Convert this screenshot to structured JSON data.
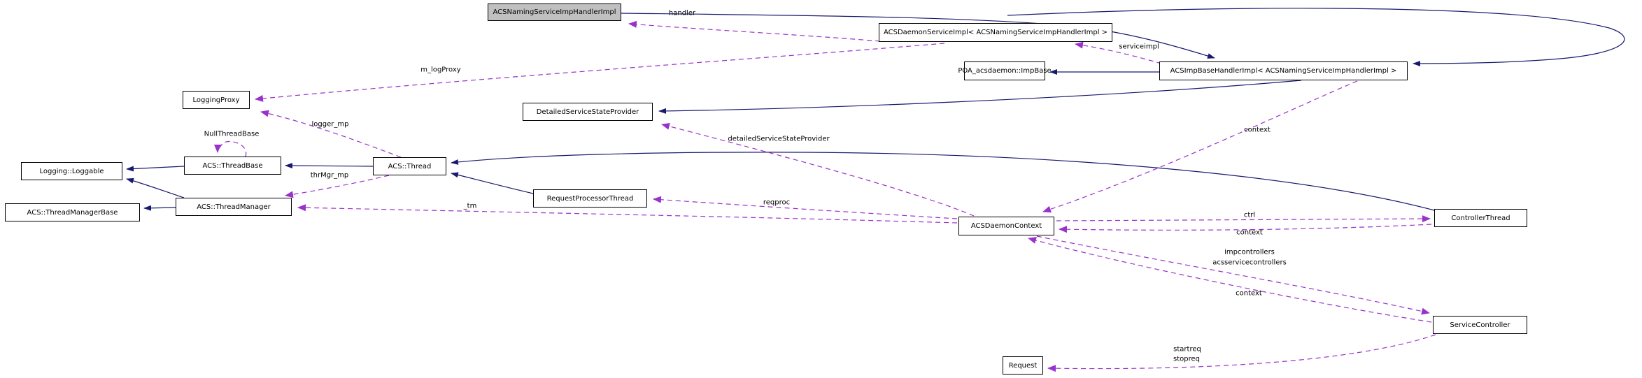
{
  "diagram": {
    "type": "uml-collaboration-graph",
    "main_class": "ACSNamingServiceImpHandlerImpl",
    "colors": {
      "background": "#ffffff",
      "node_border": "#000000",
      "node_fill": "#ffffff",
      "main_node_fill": "#c0c0c0",
      "inheritance_edge": "#191970",
      "usage_edge": "#9932cc"
    },
    "nodes": [
      {
        "id": "acs-naming-service-imp-handler-impl",
        "label": "ACSNamingServiceImpHandlerImpl"
      },
      {
        "id": "acs-daemon-service-impl",
        "label": "ACSDaemonServiceImpl< ACSNamingServiceImpHandlerImpl >"
      },
      {
        "id": "poa-acsdaemon-impbase",
        "label": "POA_acsdaemon::ImpBase"
      },
      {
        "id": "acs-imp-base-handler-impl",
        "label": "ACSImpBaseHandlerImpl< ACSNamingServiceImpHandlerImpl >"
      },
      {
        "id": "detailed-service-state-provider",
        "label": "DetailedServiceStateProvider"
      },
      {
        "id": "logging-proxy",
        "label": "LoggingProxy"
      },
      {
        "id": "logging-loggable",
        "label": "Logging::Loggable"
      },
      {
        "id": "acs-thread-base",
        "label": "ACS::ThreadBase"
      },
      {
        "id": "acs-thread",
        "label": "ACS::Thread"
      },
      {
        "id": "acs-thread-manager-base",
        "label": "ACS::ThreadManagerBase"
      },
      {
        "id": "acs-thread-manager",
        "label": "ACS::ThreadManager"
      },
      {
        "id": "request-processor-thread",
        "label": "RequestProcessorThread"
      },
      {
        "id": "acs-daemon-context",
        "label": "ACSDaemonContext"
      },
      {
        "id": "controller-thread",
        "label": "ControllerThread"
      },
      {
        "id": "service-controller",
        "label": "ServiceController"
      },
      {
        "id": "request",
        "label": "Request"
      }
    ],
    "edge_labels": [
      {
        "text": "handler"
      },
      {
        "text": "serviceimpl"
      },
      {
        "text": "m_logProxy"
      },
      {
        "text": "logger_mp"
      },
      {
        "text": "NullThreadBase"
      },
      {
        "text": "thrMgr_mp"
      },
      {
        "text": "_tm"
      },
      {
        "text": "reqproc"
      },
      {
        "text": "detailedServiceStateProvider"
      },
      {
        "text": "context"
      },
      {
        "text": "ctrl"
      },
      {
        "text": "context"
      },
      {
        "text": "impcontrollers"
      },
      {
        "text": "acsservicecontrollers"
      },
      {
        "text": "context"
      },
      {
        "text": "startreq"
      },
      {
        "text": "stopreq"
      }
    ],
    "edges": [
      {
        "from": "ACSNamingServiceImpHandlerImpl",
        "to": "ACSImpBaseHandlerImpl< ACSNamingServiceImpHandlerImpl >",
        "type": "inheritance",
        "label": ""
      },
      {
        "from": "ACSImpBaseHandlerImpl< ACSNamingServiceImpHandlerImpl >",
        "to": "POA_acsdaemon::ImpBase",
        "type": "inheritance",
        "label": ""
      },
      {
        "from": "ACSImpBaseHandlerImpl< ACSNamingServiceImpHandlerImpl >",
        "to": "DetailedServiceStateProvider",
        "type": "inheritance",
        "label": ""
      },
      {
        "from": "ACS::Thread",
        "to": "ACS::ThreadBase",
        "type": "inheritance",
        "label": ""
      },
      {
        "from": "ACS::ThreadBase",
        "to": "Logging::Loggable",
        "type": "inheritance",
        "label": ""
      },
      {
        "from": "ACS::ThreadManager",
        "to": "Logging::Loggable",
        "type": "inheritance",
        "label": ""
      },
      {
        "from": "ACS::ThreadManager",
        "to": "ACS::ThreadManagerBase",
        "type": "inheritance",
        "label": ""
      },
      {
        "from": "RequestProcessorThread",
        "to": "ACS::Thread",
        "type": "inheritance",
        "label": ""
      },
      {
        "from": "ControllerThread",
        "to": "ACS::Thread",
        "type": "inheritance",
        "label": ""
      },
      {
        "from": "ACSDaemonServiceImpl< ACSNamingServiceImpHandlerImpl >",
        "to": "ACSNamingServiceImpHandlerImpl",
        "type": "usage",
        "label": "handler"
      },
      {
        "from": "ACSImpBaseHandlerImpl< ACSNamingServiceImpHandlerImpl >",
        "to": "ACSDaemonServiceImpl< ACSNamingServiceImpHandlerImpl >",
        "type": "usage",
        "label": "serviceimpl"
      },
      {
        "from": "ACSDaemonServiceImpl< ACSNamingServiceImpHandlerImpl >",
        "to": "LoggingProxy",
        "type": "usage",
        "label": "m_logProxy"
      },
      {
        "from": "ACS::Thread",
        "to": "LoggingProxy",
        "type": "usage",
        "label": "logger_mp"
      },
      {
        "from": "ACS::ThreadBase",
        "to": "ACS::ThreadBase",
        "type": "usage",
        "label": "NullThreadBase"
      },
      {
        "from": "ACS::Thread",
        "to": "ACS::ThreadManager",
        "type": "usage",
        "label": "thrMgr_mp"
      },
      {
        "from": "ACSDaemonContext",
        "to": "ACS::ThreadManager",
        "type": "usage",
        "label": "_tm"
      },
      {
        "from": "ACSDaemonContext",
        "to": "RequestProcessorThread",
        "type": "usage",
        "label": "reqproc"
      },
      {
        "from": "ACSDaemonContext",
        "to": "DetailedServiceStateProvider",
        "type": "usage",
        "label": "detailedServiceStateProvider"
      },
      {
        "from": "ACSImpBaseHandlerImpl< ACSNamingServiceImpHandlerImpl >",
        "to": "ACSDaemonContext",
        "type": "usage",
        "label": "context"
      },
      {
        "from": "ACSDaemonContext",
        "to": "ControllerThread",
        "type": "usage",
        "label": "ctrl"
      },
      {
        "from": "ControllerThread",
        "to": "ACSDaemonContext",
        "type": "usage",
        "label": "context"
      },
      {
        "from": "ACSDaemonContext",
        "to": "ServiceController",
        "type": "usage",
        "label": "impcontrollers\nacsservicecontrollers"
      },
      {
        "from": "ServiceController",
        "to": "ACSDaemonContext",
        "type": "usage",
        "label": "context"
      },
      {
        "from": "ServiceController",
        "to": "Request",
        "type": "usage",
        "label": "startreq\nstopreq"
      }
    ]
  }
}
